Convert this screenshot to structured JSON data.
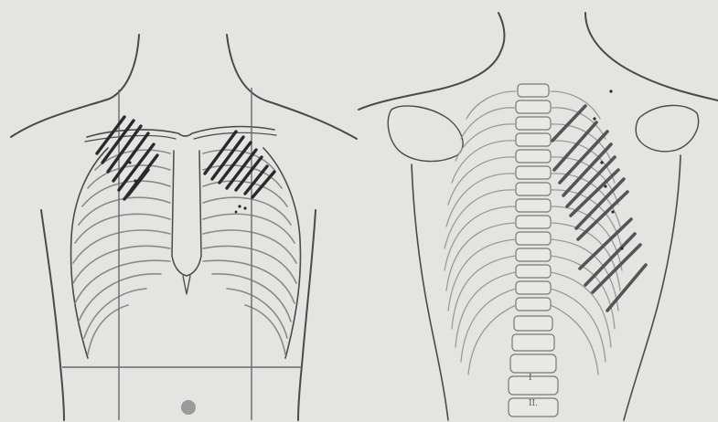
{
  "figure": {
    "panels": [
      {
        "view": "anterior"
      },
      {
        "view": "posterior"
      }
    ],
    "vertebra_labels": [
      "I",
      "II."
    ]
  }
}
